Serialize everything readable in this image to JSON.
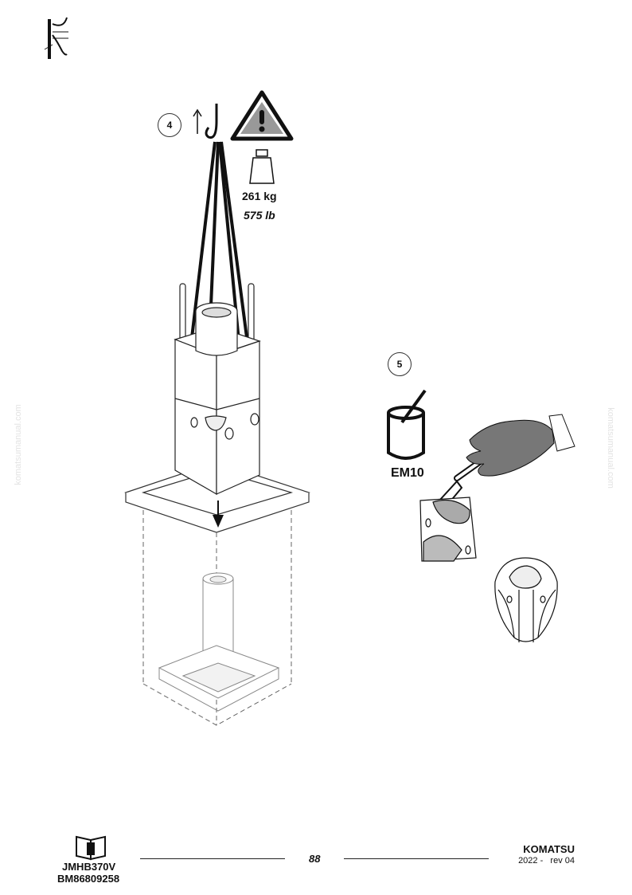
{
  "steps": {
    "lift": {
      "number": "4",
      "weight_kg": "261 kg",
      "weight_lb": "575 lb"
    },
    "grease": {
      "number": "5",
      "product": "EM10"
    }
  },
  "watermark": {
    "text": "komatsumanual.com"
  },
  "footer": {
    "model": "JMHB370V",
    "doc_code": "BM86809258",
    "page_number": "88",
    "brand": "KOMATSU",
    "revision": "2022 -   rev 04"
  },
  "icons": {
    "chapter": "hammer-chisel-icon",
    "warning": "warning-triangle-icon",
    "weight": "weight-icon",
    "manual": "manual-book-icon"
  }
}
